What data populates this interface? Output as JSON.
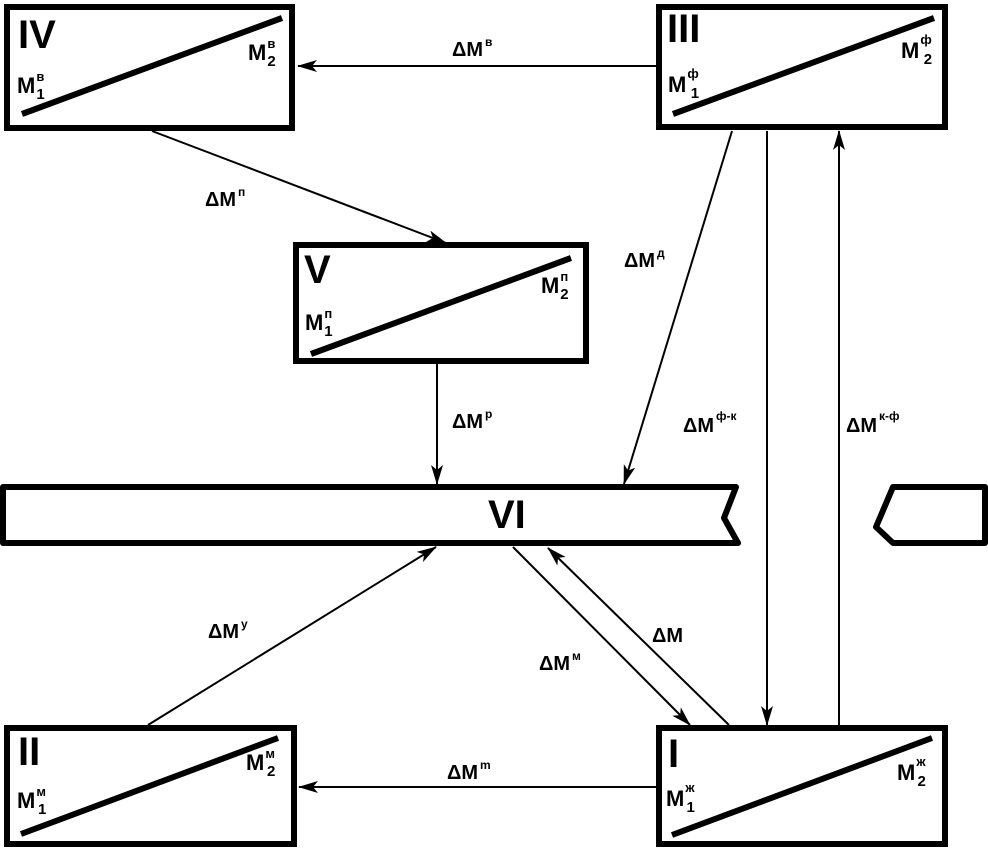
{
  "diagram": {
    "colors": {
      "ink": "#000000",
      "background": "#ffffff"
    },
    "blocks": [
      {
        "id": "I",
        "label": "I",
        "m1": "M",
        "m1_sub": "1",
        "m1_sup": "ж",
        "m2": "M",
        "m2_sub": "2",
        "m2_sup": "ж"
      },
      {
        "id": "II",
        "label": "II",
        "m1": "M",
        "m1_sub": "1",
        "m1_sup": "м",
        "m2": "M",
        "m2_sub": "2",
        "m2_sup": "м"
      },
      {
        "id": "III",
        "label": "III",
        "m1": "M",
        "m1_sub": "1",
        "m1_sup": "ф",
        "m2": "M",
        "m2_sub": "2",
        "m2_sup": "ф"
      },
      {
        "id": "IV",
        "label": "IV",
        "m1": "M",
        "m1_sub": "1",
        "m1_sup": "в",
        "m2": "M",
        "m2_sub": "2",
        "m2_sup": "в"
      },
      {
        "id": "V",
        "label": "V",
        "m1": "M",
        "m1_sub": "1",
        "m1_sup": "п",
        "m2": "M",
        "m2_sub": "2",
        "m2_sup": "п"
      }
    ],
    "band": {
      "id": "VI",
      "label": "VI"
    },
    "arrows": [
      {
        "from": "III",
        "to": "IV",
        "label": "ΔM",
        "sup": "в"
      },
      {
        "from": "IV",
        "to": "V",
        "label": "ΔM",
        "sup": "п"
      },
      {
        "from": "III",
        "to": "VI",
        "label": "ΔM",
        "sup": "д"
      },
      {
        "from": "V",
        "to": "VI",
        "label": "ΔM",
        "sup": "р"
      },
      {
        "from": "III",
        "to": "I",
        "label": "ΔM",
        "sup": "ф-к"
      },
      {
        "from": "I",
        "to": "III",
        "label": "ΔM",
        "sup": "к-ф"
      },
      {
        "from": "II",
        "to": "VI",
        "label": "ΔM",
        "sup": "у"
      },
      {
        "from": "VI",
        "to": "I",
        "label": "ΔM",
        "sup": "м"
      },
      {
        "from": "I",
        "to": "VI",
        "label": "ΔM",
        "sup": ""
      },
      {
        "from": "I",
        "to": "II",
        "label": "ΔM",
        "sup": "m"
      }
    ]
  }
}
